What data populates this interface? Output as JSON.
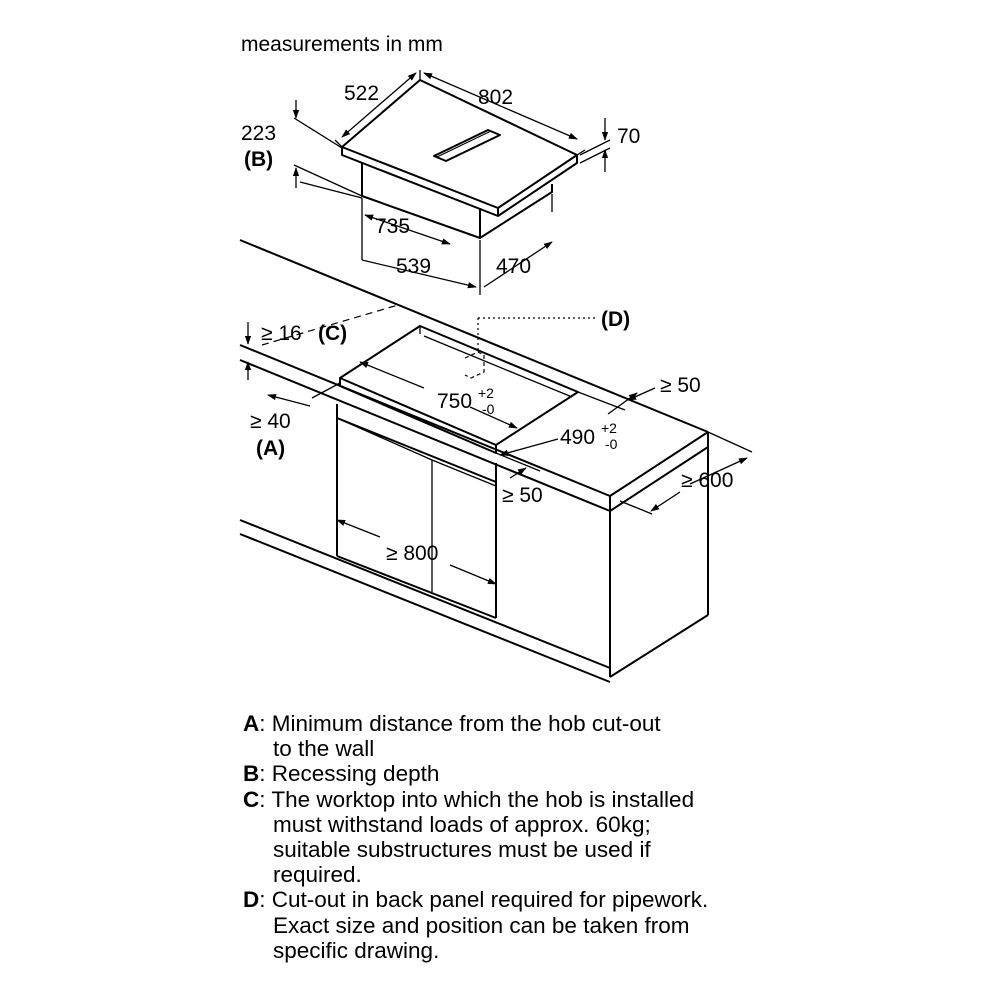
{
  "header": {
    "measurements": "measurements in mm"
  },
  "hob_dims": {
    "width": "802",
    "depth": "522",
    "recess_depth": "223",
    "recess_key": "(B)",
    "thickness": "70",
    "body_width": "735",
    "body_front": "539",
    "body_depth": "470"
  },
  "worktop_dims": {
    "worktop_min": "≥ 16",
    "worktop_key": "(C)",
    "wall_min": "≥ 40",
    "wall_key": "(A)",
    "back_panel_key": "(D)",
    "cutout_width": "750",
    "cutout_width_tol_plus": "+2",
    "cutout_width_tol_minus": "-0",
    "cutout_depth": "490",
    "cutout_depth_tol_plus": "+2",
    "cutout_depth_tol_minus": "-0",
    "side_min_right": "≥ 50",
    "front_min": "≥ 50",
    "cabinet_depth_min": "≥ 600",
    "cabinet_width_min": "≥ 800"
  },
  "legend": [
    {
      "key": "A",
      "lines": [
        "Minimum distance from the hob cut-out",
        "to the wall"
      ]
    },
    {
      "key": "B",
      "lines": [
        "Recessing depth"
      ]
    },
    {
      "key": "C",
      "lines": [
        "The worktop into which the hob is installed",
        "must withstand loads of approx. 60kg;",
        "suitable substructures must be used if",
        "required."
      ]
    },
    {
      "key": "D",
      "lines": [
        "Cut-out in back panel required for pipework.",
        "Exact size and position can be taken from",
        "specific drawing."
      ]
    }
  ]
}
